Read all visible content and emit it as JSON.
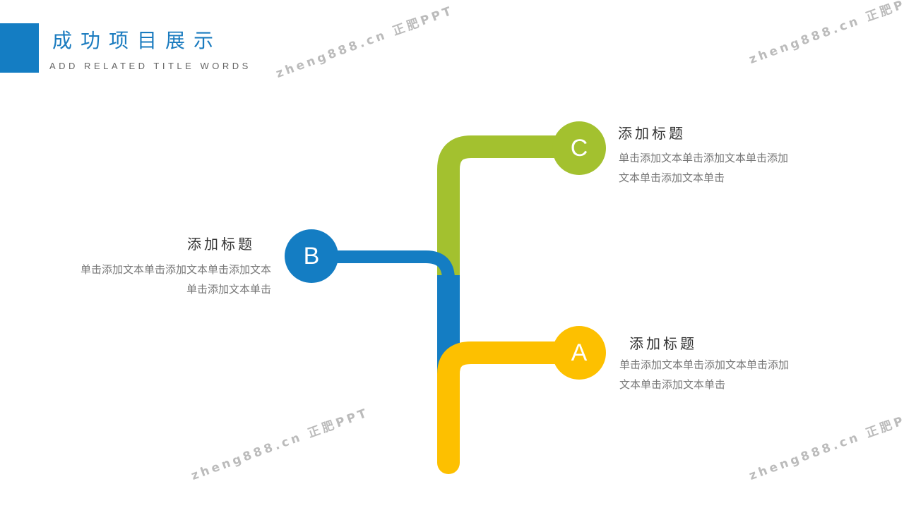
{
  "header": {
    "title": "成功项目展示",
    "subtitle": "ADD RELATED TITLE WORDS"
  },
  "colors": {
    "blue": "#147dc3",
    "green": "#a3c12f",
    "yellow": "#fdc000"
  },
  "items": [
    {
      "letter": "C",
      "title": "添加标题",
      "text": "单击添加文本单击添加文本单击添加文本单击添加文本单击"
    },
    {
      "letter": "B",
      "title": "添加标题",
      "text": "单击添加文本单击添加文本单击添加文本单击添加文本单击"
    },
    {
      "letter": "A",
      "title": "添加标题",
      "text": "单击添加文本单击添加文本单击添加文本单击添加文本单击"
    }
  ],
  "watermark": "zheng888.cn 正肥PPT"
}
